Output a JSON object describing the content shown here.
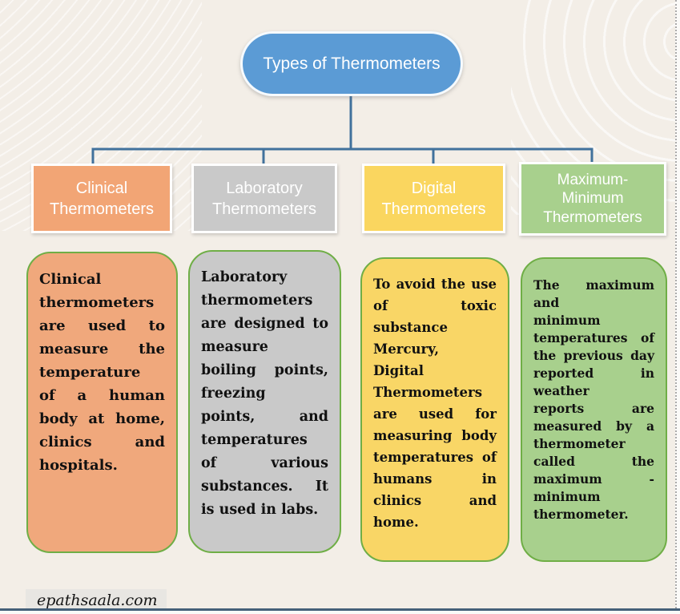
{
  "diagram": {
    "title": "Types of Thermometers",
    "watermark": "epathsaala.com",
    "colors": {
      "background": "#F3EEE7",
      "root_fill": "#5B9BD5",
      "connector": "#41719C",
      "body_border": "#6FAE46",
      "footer_bar": "#456079",
      "header_text": "#FFFFFF",
      "body_text": "#111111"
    },
    "branches": [
      {
        "name": "clinical",
        "header": {
          "label": "Clinical\nThermometers",
          "fill": "#F2A575"
        },
        "body": {
          "fill": "#F0A87C",
          "lines": [
            "Clinical",
            "thermometers",
            "are used to",
            "measure the",
            "temperature",
            "of a human",
            "body at home,",
            "clinics and",
            "hospitals."
          ]
        }
      },
      {
        "name": "laboratory",
        "header": {
          "label": "Laboratory\nThermometers",
          "fill": "#C9C9C9"
        },
        "body": {
          "fill": "#C9C9C9",
          "lines": [
            "Laboratory",
            "thermometers",
            "are designed to",
            "measure",
            "boiling points,",
            "freezing",
            "points, and",
            "temperatures",
            "of various",
            "substances. It",
            "is used in labs."
          ]
        }
      },
      {
        "name": "digital",
        "header": {
          "label": "Digital\nThermometers",
          "fill": "#FAD65F"
        },
        "body": {
          "fill": "#F9D666",
          "lines": [
            "To avoid the use",
            "of toxic",
            "substance",
            "Mercury,",
            "Digital",
            "Thermometers",
            "are used for",
            "measuring body",
            "temperatures of",
            "humans in",
            "clinics and",
            "home."
          ]
        }
      },
      {
        "name": "maxmin",
        "header": {
          "label": "Maximum-\nMinimum\nThermometers",
          "fill": "#A8D08D"
        },
        "body": {
          "fill": "#A8D08D",
          "lines": [
            "The maximum",
            "and",
            "minimum",
            "temperatures of",
            "the previous day",
            "reported in",
            "weather",
            "reports are",
            "measured by a",
            "thermometer",
            "called the",
            "maximum -",
            "minimum",
            "thermometer."
          ]
        }
      }
    ]
  }
}
